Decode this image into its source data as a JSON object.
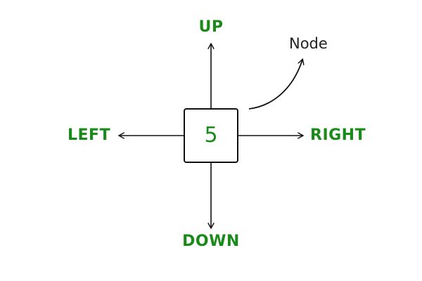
{
  "diagram": {
    "node_value": "5",
    "annotation": "Node",
    "directions": {
      "up": "UP",
      "down": "DOWN",
      "left": "LEFT",
      "right": "RIGHT"
    }
  },
  "colors": {
    "label_green": "#1a8a1a",
    "stroke": "#111111"
  }
}
